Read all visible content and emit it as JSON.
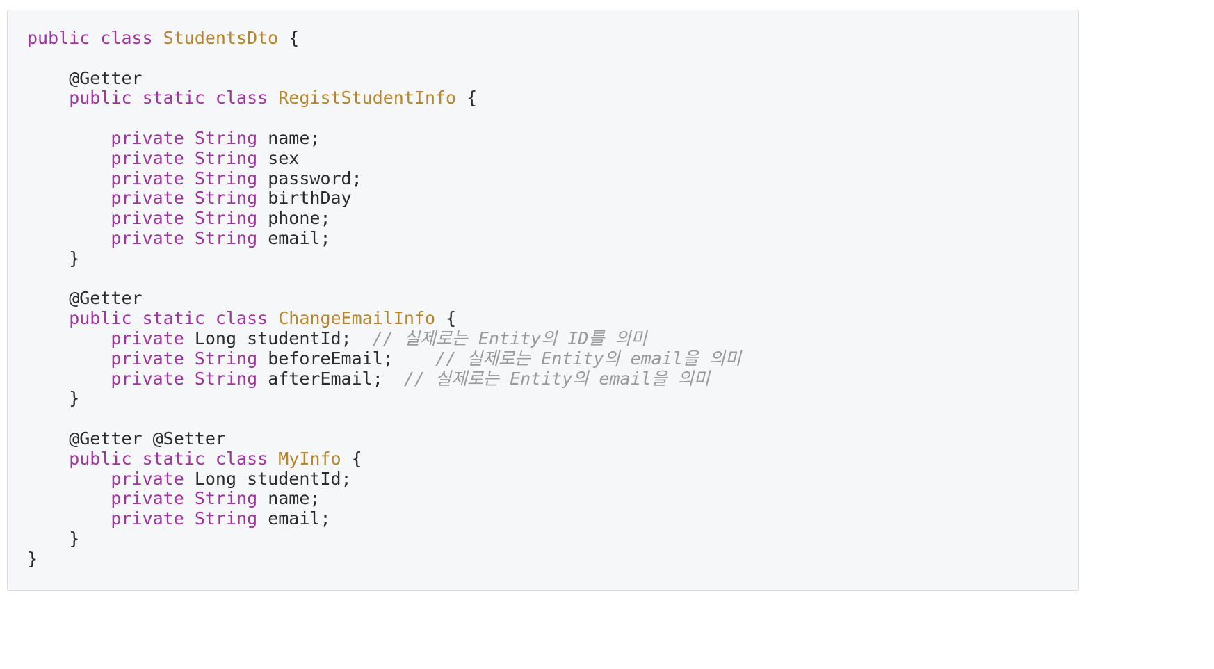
{
  "code": {
    "lines": [
      [
        {
          "t": "public class ",
          "c": "kw"
        },
        {
          "t": "StudentsDto",
          "c": "cls"
        },
        {
          "t": " {",
          "c": "plain"
        }
      ],
      [],
      [
        {
          "t": "    @Getter",
          "c": "anno"
        }
      ],
      [
        {
          "t": "    public static class ",
          "c": "kw"
        },
        {
          "t": "RegistStudentInfo",
          "c": "cls"
        },
        {
          "t": " {",
          "c": "plain"
        }
      ],
      [],
      [
        {
          "t": "        private ",
          "c": "kw"
        },
        {
          "t": "String",
          "c": "typ"
        },
        {
          "t": " name;",
          "c": "plain"
        }
      ],
      [
        {
          "t": "        private ",
          "c": "kw"
        },
        {
          "t": "String",
          "c": "typ"
        },
        {
          "t": " sex",
          "c": "plain"
        }
      ],
      [
        {
          "t": "        private ",
          "c": "kw"
        },
        {
          "t": "String",
          "c": "typ"
        },
        {
          "t": " password;",
          "c": "plain"
        }
      ],
      [
        {
          "t": "        private ",
          "c": "kw"
        },
        {
          "t": "String",
          "c": "typ"
        },
        {
          "t": " birthDay",
          "c": "plain"
        }
      ],
      [
        {
          "t": "        private ",
          "c": "kw"
        },
        {
          "t": "String",
          "c": "typ"
        },
        {
          "t": " phone;",
          "c": "plain"
        }
      ],
      [
        {
          "t": "        private ",
          "c": "kw"
        },
        {
          "t": "String",
          "c": "typ"
        },
        {
          "t": " email;",
          "c": "plain"
        }
      ],
      [
        {
          "t": "    }",
          "c": "plain"
        }
      ],
      [],
      [
        {
          "t": "    @Getter",
          "c": "anno"
        }
      ],
      [
        {
          "t": "    public static class ",
          "c": "kw"
        },
        {
          "t": "ChangeEmailInfo",
          "c": "cls"
        },
        {
          "t": " {",
          "c": "plain"
        }
      ],
      [
        {
          "t": "        private ",
          "c": "kw"
        },
        {
          "t": "Long studentId;",
          "c": "plain"
        },
        {
          "t": "  // 실제로는 Entity의 ID를 의미",
          "c": "cmt"
        }
      ],
      [
        {
          "t": "        private ",
          "c": "kw"
        },
        {
          "t": "String",
          "c": "typ"
        },
        {
          "t": " beforeEmail;",
          "c": "plain"
        },
        {
          "t": "    // 실제로는 Entity의 email을 의미",
          "c": "cmt"
        }
      ],
      [
        {
          "t": "        private ",
          "c": "kw"
        },
        {
          "t": "String",
          "c": "typ"
        },
        {
          "t": " afterEmail;",
          "c": "plain"
        },
        {
          "t": "  // 실제로는 Entity의 email을 의미",
          "c": "cmt"
        }
      ],
      [
        {
          "t": "    }",
          "c": "plain"
        }
      ],
      [],
      [
        {
          "t": "    @Getter @Setter",
          "c": "anno"
        }
      ],
      [
        {
          "t": "    public static class ",
          "c": "kw"
        },
        {
          "t": "MyInfo",
          "c": "cls"
        },
        {
          "t": " {",
          "c": "plain"
        }
      ],
      [
        {
          "t": "        private ",
          "c": "kw"
        },
        {
          "t": "Long studentId;",
          "c": "plain"
        }
      ],
      [
        {
          "t": "        private ",
          "c": "kw"
        },
        {
          "t": "String",
          "c": "typ"
        },
        {
          "t": " name;",
          "c": "plain"
        }
      ],
      [
        {
          "t": "        private ",
          "c": "kw"
        },
        {
          "t": "String",
          "c": "typ"
        },
        {
          "t": " email;",
          "c": "plain"
        }
      ],
      [
        {
          "t": "    }",
          "c": "plain"
        }
      ],
      [
        {
          "t": "}",
          "c": "plain"
        }
      ]
    ]
  },
  "colors": {
    "keyword": "#a034a0",
    "class_name": "#b6862c",
    "comment": "#9a9a9a",
    "text": "#2b2b2b",
    "background": "#f6f7f9",
    "border": "#d9dbde"
  }
}
